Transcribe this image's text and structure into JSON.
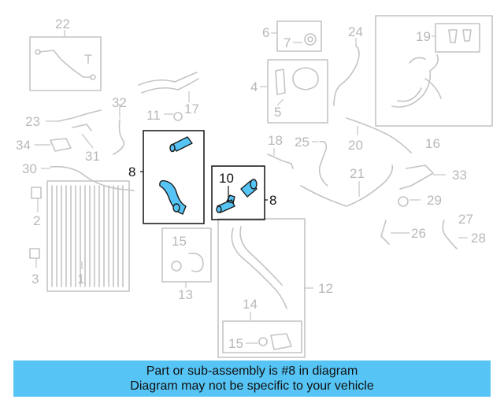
{
  "labels": {
    "l22": "22",
    "l6": "6",
    "l7": "7",
    "l24": "24",
    "l19": "19",
    "l4": "4",
    "l5": "5",
    "l11": "11",
    "l17": "17",
    "l32": "32",
    "l23": "23",
    "l31": "31",
    "l34": "34",
    "l30": "30",
    "l18": "18",
    "l25": "25",
    "l20": "20",
    "l16": "16",
    "l8a": "8",
    "l10": "10",
    "l8b": "8",
    "l21": "21",
    "l33": "33",
    "l29": "29",
    "l2": "2",
    "l27": "27",
    "l26": "26",
    "l28": "28",
    "l15a": "15",
    "l13": "13",
    "l12": "12",
    "l1": "1",
    "l3": "3",
    "l14": "14",
    "l15b": "15"
  },
  "banner": {
    "line1": "Part or sub-assembly is #8 in diagram",
    "line2": "Diagram may not be specific to your vehicle"
  },
  "colors": {
    "highlight": "#56c4f4",
    "part_outline": "#c4c4c4",
    "selected_part_fill": "#56c4f4"
  }
}
